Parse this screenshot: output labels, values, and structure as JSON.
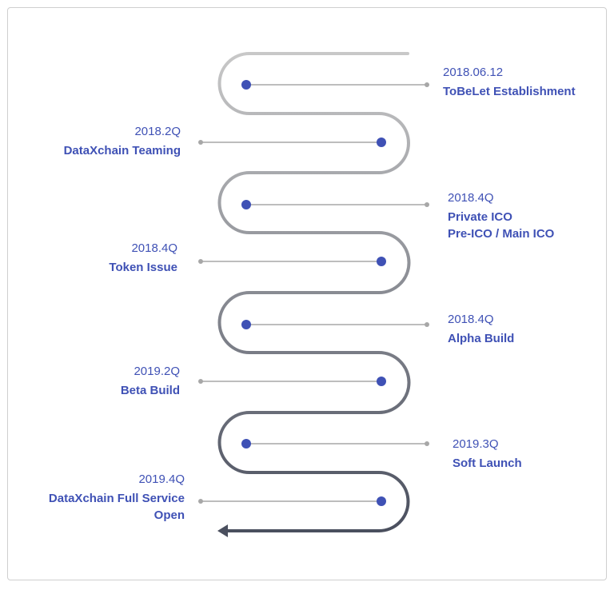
{
  "timeline": {
    "line_gradient": [
      "#c8c8c8",
      "#4a4f5e"
    ],
    "dot_color": "#3f51b5",
    "connector_color": "#a7a7a7",
    "text_color": "#3f51b5",
    "milestones": [
      {
        "date": "2018.06.12",
        "title_lines": [
          "ToBeLet Establishment"
        ]
      },
      {
        "date": "2018.2Q",
        "title_lines": [
          "DataXchain Teaming"
        ]
      },
      {
        "date": "2018.4Q",
        "title_lines": [
          "Private ICO",
          "Pre-ICO / Main ICO"
        ]
      },
      {
        "date": "2018.4Q",
        "title_lines": [
          "Token Issue"
        ]
      },
      {
        "date": "2018.4Q",
        "title_lines": [
          "Alpha Build"
        ]
      },
      {
        "date": "2019.2Q",
        "title_lines": [
          "Beta Build"
        ]
      },
      {
        "date": "2019.3Q",
        "title_lines": [
          "Soft Launch"
        ]
      },
      {
        "date": "2019.4Q",
        "title_lines": [
          "DataXchain Full Service",
          "Open"
        ]
      }
    ]
  }
}
